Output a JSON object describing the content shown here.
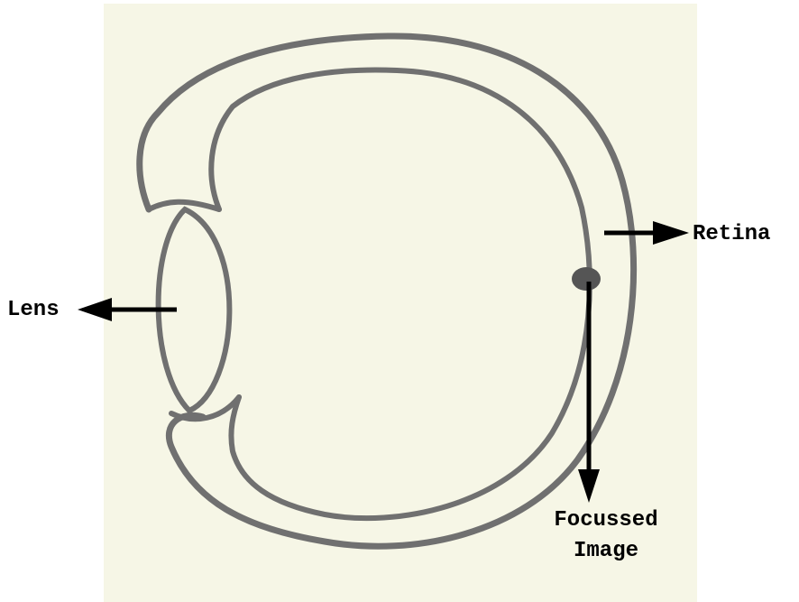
{
  "labels": {
    "lens": "Lens",
    "retina": "Retina",
    "focused_image_line1": "Focussed",
    "focused_image_line2": "Image"
  },
  "colors": {
    "paper": "#f6f6e6",
    "outline": "#707070",
    "arrow": "#000000",
    "image_dot": "#555555"
  }
}
